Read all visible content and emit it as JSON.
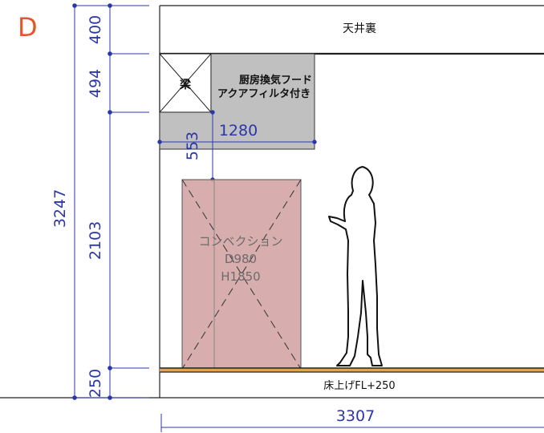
{
  "section_letter": "D",
  "colors": {
    "dimension": "#2b37a8",
    "section_letter": "#e8542a",
    "equipment_fill": "#d4a4a4",
    "hood_fill": "#c0c0c0",
    "floor_strip": "#e2a25a"
  },
  "dimensions": {
    "vertical": [
      "400",
      "494",
      "553",
      "2103",
      "250"
    ],
    "total_height": "3247",
    "hood_width": "1280",
    "total_width": "3307"
  },
  "labels": {
    "ceiling": "天井裏",
    "beam": "梁",
    "hood_line1": "厨房換気フード",
    "hood_line2": "アクアフィルタ付き",
    "equipment_line1": "コンベクション",
    "equipment_line2": "D980",
    "equipment_line3": "H1850",
    "floor": "床上げFL+250"
  },
  "icons": [
    "human-figure-icon",
    "beam-cross-icon",
    "equipment-cross-icon"
  ]
}
